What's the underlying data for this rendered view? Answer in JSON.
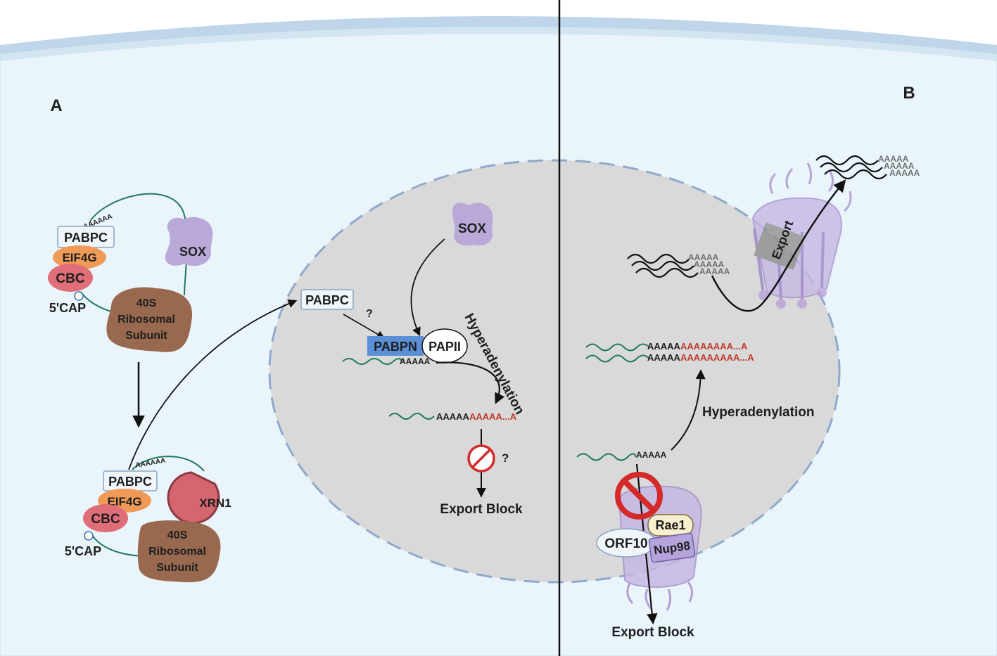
{
  "panels": {
    "a_label": "A",
    "b_label": "B"
  },
  "colors": {
    "cytoplasm": "#eaf4fb",
    "membrane": "#c8def0",
    "nucleus": "#d9d9d9",
    "nuclear_envelope": "#8fa9cc",
    "mrna": "#1f7a5a",
    "sox": "#b9a9d8",
    "ribosome": "#98694e",
    "cbc": "#e06e78",
    "eif4g": "#ef9a57",
    "pabpc_fill": "#eef5fb",
    "pabpn": "#5b8fd6",
    "xrn1": "#d5666f",
    "pore": "#b7a6d6",
    "block_red": "#d42a2a",
    "hyper_red": "#c0392b"
  },
  "panel_a": {
    "top_complex": {
      "pabpc": "PABPC",
      "eif4g": "EIF4G",
      "cbc": "CBC",
      "cap": "5'CAP",
      "polya": "AAAAAA",
      "sox": "SOX",
      "ribosome": [
        "40S",
        "Ribosomal",
        "Subunit"
      ]
    },
    "bottom_complex": {
      "pabpc": "PABPC",
      "eif4g": "EIF4G",
      "cbc": "CBC",
      "cap": "5'CAP",
      "polya": "AAAAAA",
      "xrn1": "XRN1",
      "ribosome": [
        "40S",
        "Ribosomal",
        "Subunit"
      ]
    },
    "nucleus": {
      "pabpc": "PABPC",
      "question1": "?",
      "sox": "SOX",
      "pabpn": "PABPN",
      "papii": "PAPII",
      "polya": "AAAAA",
      "hyper_label": "Hyperadenylation",
      "product_black": "AAAAA",
      "product_red": "AAAAA...A",
      "question2": "?",
      "export_block": "Export Block"
    }
  },
  "panel_b": {
    "exported_polya": [
      "AAAAA",
      "AAAAA",
      "AAAAA"
    ],
    "nuclear_polya": [
      "AAAAA",
      "AAAAA",
      "AAAAA"
    ],
    "export_label": "Export",
    "hyper_rna": [
      {
        "black": "AAAAA",
        "red": "AAAAAAAA...A"
      },
      {
        "black": "AAAAA",
        "red": "AAAAAAAAA...A"
      }
    ],
    "hyper_label": "Hyperadenylation",
    "base_polya": "AAAAA",
    "orf10": "ORF10",
    "rae1": "Rae1",
    "nup98": "Nup98",
    "export_block": "Export Block"
  }
}
